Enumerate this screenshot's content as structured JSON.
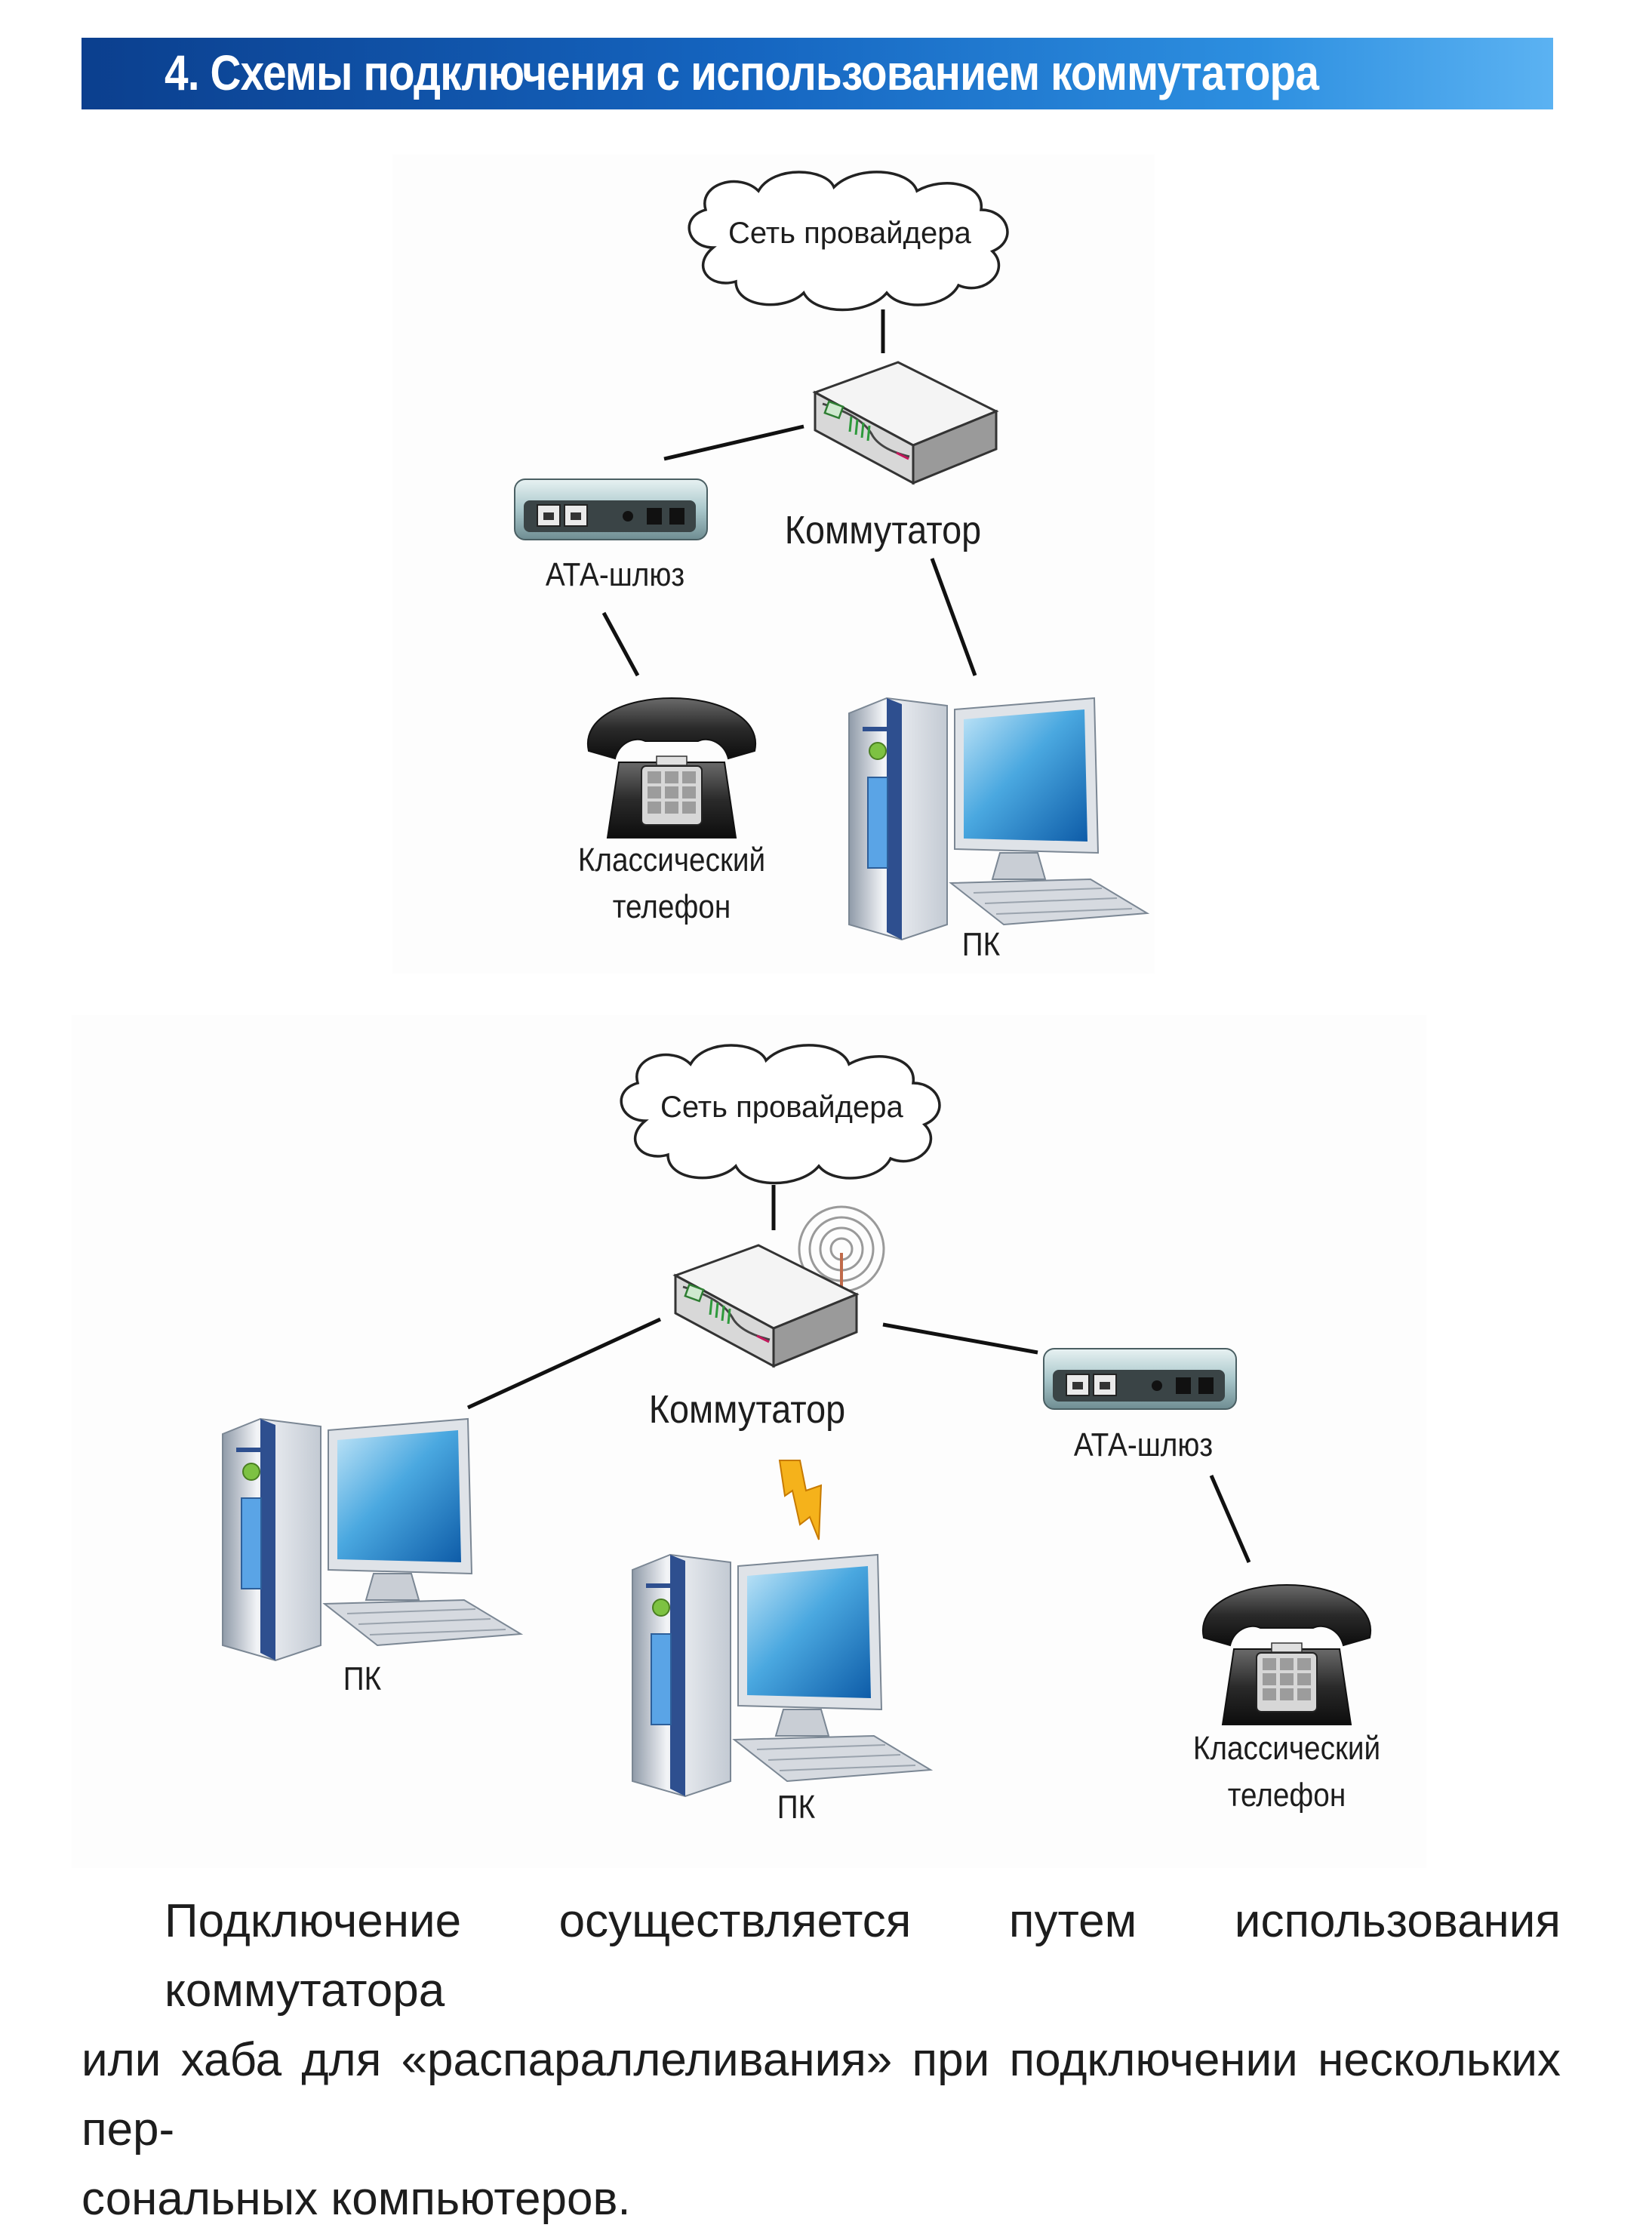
{
  "header": {
    "title": "4. Схемы подключения с использованием коммутатора",
    "bar_color_start": "#0b3f8e",
    "bar_color_end": "#5bb2f2"
  },
  "diagram1": {
    "cloud": "Сеть провайдера",
    "switch": "Коммутатор",
    "ata": "АТА-шлюз",
    "phone_line1": "Классический",
    "phone_line2": "телефон",
    "pc": "ПК"
  },
  "diagram2": {
    "cloud": "Сеть провайдера",
    "switch": "Коммутатор",
    "ata": "АТА-шлюз",
    "pc_left": "ПК",
    "pc_center": "ПК",
    "phone_line1": "Классический",
    "phone_line2": "телефон"
  },
  "body": {
    "line1": "Подключение осуществляется путем использования коммутатора",
    "line2": "или хаба для «распараллеливания» при подключении нескольких пер-",
    "line3": "сональных компьютеров."
  }
}
